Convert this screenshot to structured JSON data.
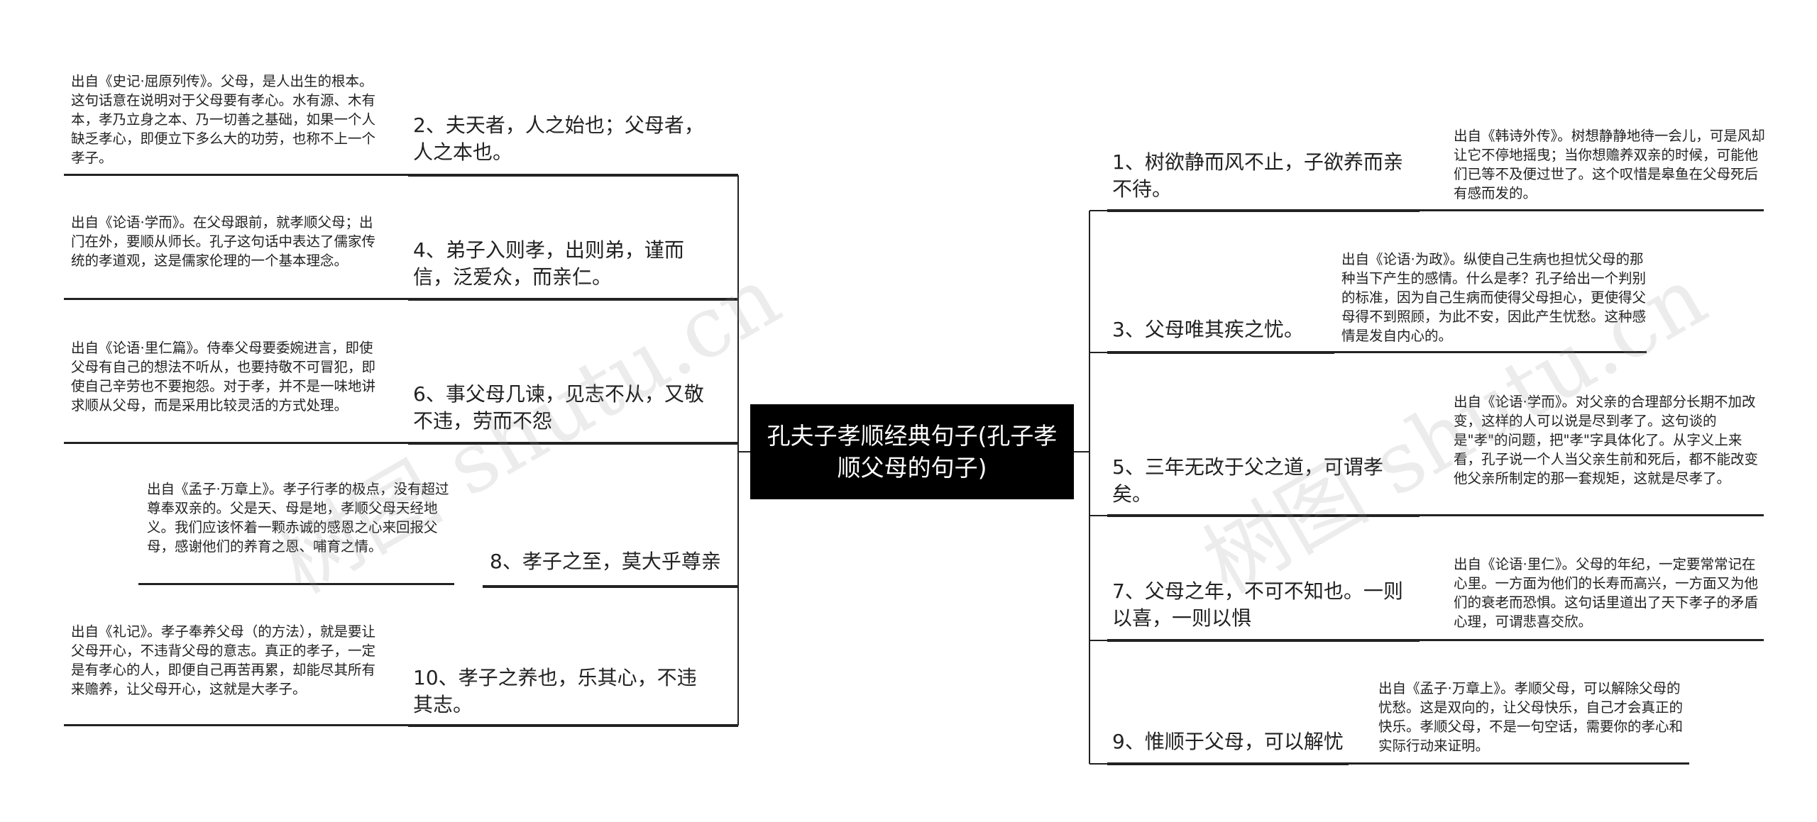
{
  "center": {
    "title": "孔夫子孝顺经典句子(孔子孝顺父母的句子)"
  },
  "left": [
    {
      "main": "2、夫天者，人之始也；父母者，人之本也。",
      "note": "出自《史记·屈原列传》。父母，是人出生的根本。这句话意在说明对于父母要有孝心。水有源、木有本，孝乃立身之本、乃一切善之基础，如果一个人缺乏孝心，即便立下多么大的功劳，也称不上一个孝子。"
    },
    {
      "main": "4、弟子入则孝，出则弟，谨而信，泛爱众，而亲仁。",
      "note": "出自《论语·学而》。在父母跟前，就孝顺父母；出门在外，要顺从师长。孔子这句话中表达了儒家传统的孝道观，这是儒家伦理的一个基本理念。"
    },
    {
      "main": "6、事父母几谏，见志不从，又敬不违，劳而不怨",
      "note": "出自《论语·里仁篇》。侍奉父母要委婉进言，即使父母有自己的想法不听从，也要持敬不可冒犯，即使自己辛劳也不要抱怨。对于孝，并不是一味地讲求顺从父母，而是采用比较灵活的方式处理。"
    },
    {
      "main": "8、孝子之至，莫大乎尊亲",
      "note": "出自《孟子·万章上》。孝子行孝的极点，没有超过尊奉双亲的。父是天、母是地，孝顺父母天经地义。我们应该怀着一颗赤诚的感恩之心来回报父母，感谢他们的养育之恩、哺育之情。"
    },
    {
      "main": "10、孝子之养也，乐其心，不违其志。",
      "note": "出自《礼记》。孝子奉养父母（的方法），就是要让父母开心，不违背父母的意志。真正的孝子，一定是有孝心的人，即便自己再苦再累，却能尽其所有来赡养，让父母开心，这就是大孝子。"
    }
  ],
  "right": [
    {
      "main": "1、树欲静而风不止，子欲养而亲不待。",
      "note": "出自《韩诗外传》。树想静静地待一会儿，可是风却让它不停地摇曳；当你想赡养双亲的时候，可能他们已等不及便过世了。这个叹惜是皋鱼在父母死后有感而发的。"
    },
    {
      "main": "3、父母唯其疾之忧。",
      "note": "出自《论语·为政》。纵使自己生病也担忧父母的那种当下产生的感情。什么是孝？孔子给出一个判别的标准，因为自己生病而使得父母担心，更使得父母得不到照顾，为此不安，因此产生忧愁。这种感情是发自内心的。"
    },
    {
      "main": "5、三年无改于父之道，可谓孝矣。",
      "note": "出自《论语·学而》。对父亲的合理部分长期不加改变，这样的人可以说是尽到孝了。这句谈的是\"孝\"的问题，把\"孝\"字具体化了。从字义上来看，孔子说一个人当父亲生前和死后，都不能改变他父亲所制定的那一套规矩，这就是尽孝了。"
    },
    {
      "main": "7、父母之年，不可不知也。一则以喜，一则以惧",
      "note": "出自《论语·里仁》。父母的年纪，一定要常常记在心里。一方面为他们的长寿而高兴，一方面又为他们的衰老而恐惧。这句话里道出了天下孝子的矛盾心理，可谓悲喜交欣。"
    },
    {
      "main": "9、惟顺于父母，可以解忧",
      "note": "出自《孟子·万章上》。孝顺父母，可以解除父母的忧愁。这是双向的，让父母快乐，自己才会真正的快乐。孝顺父母，不是一句空话，需要你的孝心和实际行动来证明。"
    }
  ],
  "watermarks": [
    "树图 shutu.cn",
    "树图 shutu.cn"
  ]
}
